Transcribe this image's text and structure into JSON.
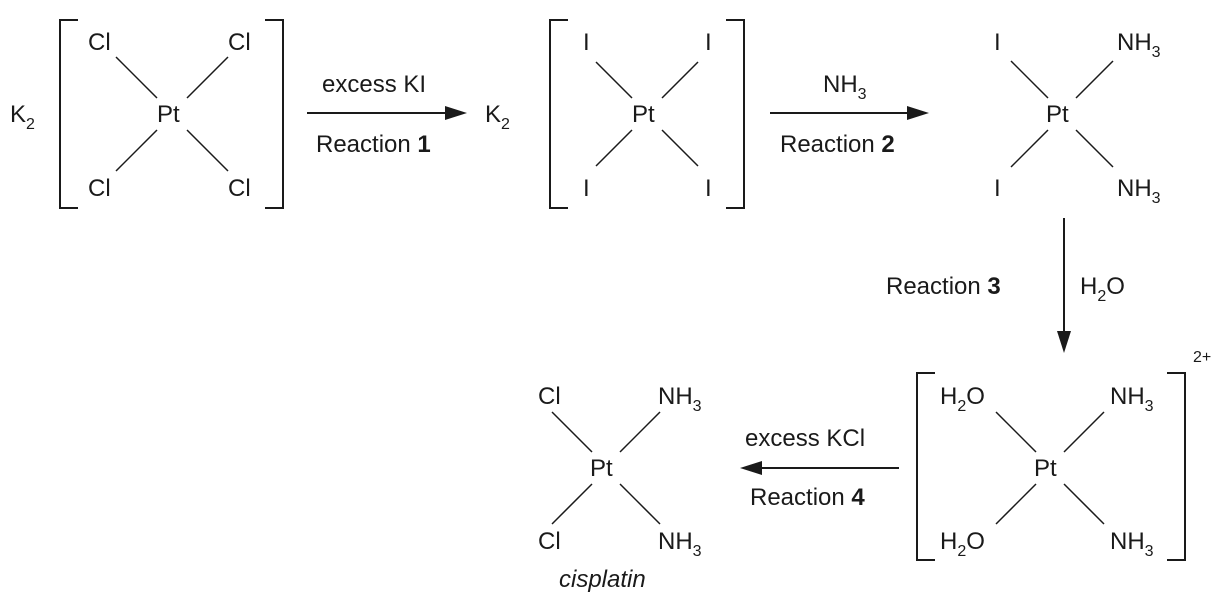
{
  "labels": {
    "k2": "K",
    "k2_sub": "2",
    "pt": "Pt",
    "cl": "Cl",
    "i": "I",
    "nh": "NH",
    "sub3": "3",
    "h": "H",
    "sub2": "2",
    "o": "O",
    "charge": "2+"
  },
  "reactions": {
    "r1": {
      "reagent": "excess KI",
      "label": "Reaction ",
      "num": "1"
    },
    "r2": {
      "reagent_main": "NH",
      "reagent_sub": "3",
      "label": "Reaction ",
      "num": "2"
    },
    "r3": {
      "label": "Reaction ",
      "num": "3",
      "reagent_h": "H",
      "reagent_sub": "2",
      "reagent_o": "O"
    },
    "r4": {
      "reagent": "excess KCl",
      "label": "Reaction ",
      "num": "4"
    }
  },
  "product": {
    "name": "cisplatin"
  }
}
